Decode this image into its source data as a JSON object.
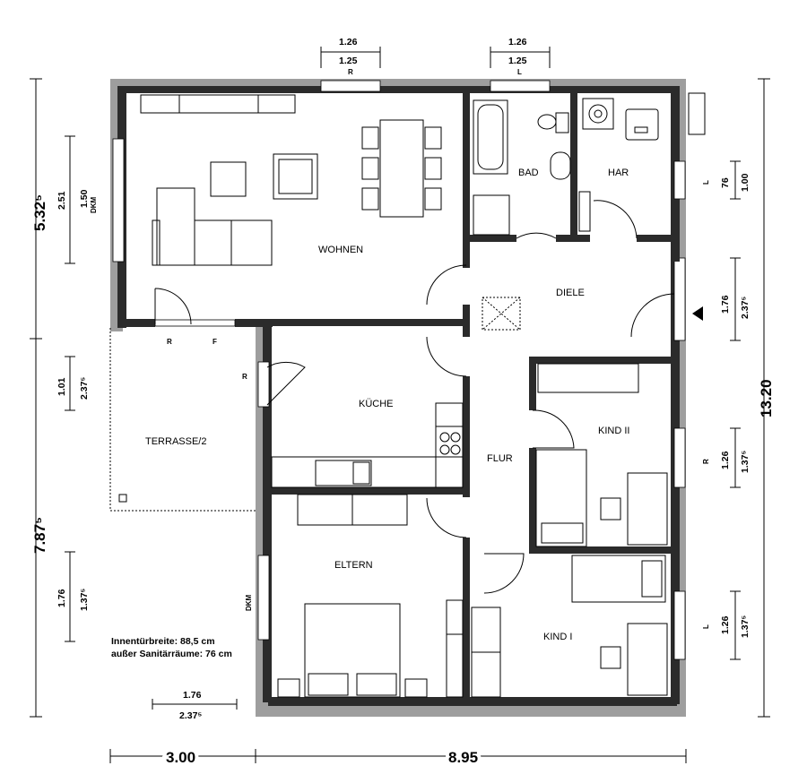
{
  "rooms": {
    "wohnen": "WOHNEN",
    "bad": "BAD",
    "har": "HAR",
    "diele": "DIELE",
    "kueche": "KÜCHE",
    "terrasse": "TERRASSE/2",
    "kind2": "KIND II",
    "flur": "FLUR",
    "eltern": "ELTERN",
    "kind1": "KIND I"
  },
  "dimensions": {
    "top_win1_a": "1.26",
    "top_win1_b": "1.25",
    "top_win1_r": "R",
    "top_win2_a": "1.26",
    "top_win2_b": "1.25",
    "top_win2_l": "L",
    "left_total_top": "5.32⁵",
    "left_total_bottom": "7.87⁵",
    "left_w1_a": "2.51",
    "left_w1_b": "1.50",
    "left_w1_dkm": "DKM",
    "left_w2_a": "1.01",
    "left_w2_b": "2.37⁵",
    "left_w3_a": "1.76",
    "left_w3_b": "1.37⁵",
    "right_total": "13.20",
    "right_har_a": "76",
    "right_har_b": "1.00",
    "right_har_l": "L",
    "right_diele_a": "1.76",
    "right_diele_b": "2.37⁵",
    "right_kind2_a": "1.26",
    "right_kind2_b": "1.37⁵",
    "right_kind2_r": "R",
    "right_kind1_a": "1.26",
    "right_kind1_b": "1.37⁵",
    "right_kind1_l": "L",
    "bottom_left": "3.00",
    "bottom_right": "8.95",
    "terr_door_a": "1.76",
    "terr_door_b": "2.37⁵",
    "terr_r": "R",
    "terr_f": "F",
    "kueche_r": "R",
    "eltern_dkm": "DKM"
  },
  "notes": {
    "line1": "Innentürbreite: 88,5 cm",
    "line2": "außer Sanitärräume: 76 cm"
  }
}
